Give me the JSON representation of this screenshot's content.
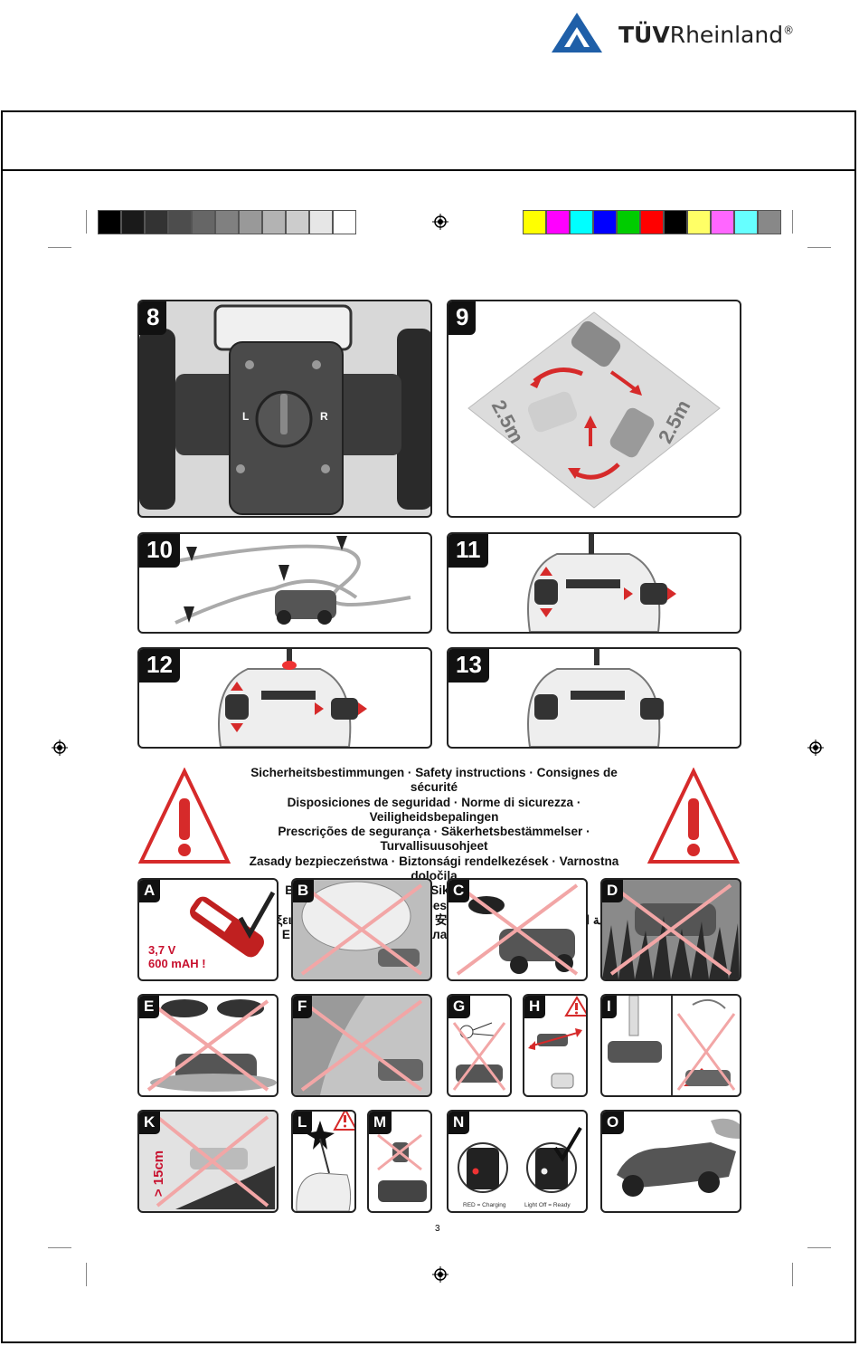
{
  "header": {
    "logo_brand_bold": "TÜV",
    "logo_brand_rest": "Rheinland",
    "logo_reg": "®",
    "logo_color": "#1f5fa8"
  },
  "color_bar": {
    "grays": [
      "#000000",
      "#1a1a1a",
      "#333333",
      "#4d4d4d",
      "#666666",
      "#808080",
      "#999999",
      "#b3b3b3",
      "#cccccc",
      "#e6e6e6",
      "#ffffff"
    ],
    "colors": [
      "#ffff00",
      "#ff00ff",
      "#00ffff",
      "#0000ff",
      "#00cc00",
      "#ff0000",
      "#000000",
      "#ffff66",
      "#ff66ff",
      "#66ffff",
      "#888888"
    ]
  },
  "steps": {
    "s8": {
      "number": "8",
      "left_label": "L",
      "right_label": "R"
    },
    "s9": {
      "number": "9",
      "dim_left": "2.5m",
      "dim_right": "2.5m"
    },
    "s10": {
      "number": "10"
    },
    "s11": {
      "number": "11"
    },
    "s12": {
      "number": "12"
    },
    "s13": {
      "number": "13"
    }
  },
  "safety": {
    "lines": [
      "Sicherheitsbestimmungen · Safety instructions · Consignes de sécurité",
      "Disposiciones de seguridad · Norme di sicurezza · Veiligheidsbepalingen",
      "Prescrições de segurança · Säkerhetsbestämmelser · Turvallisuusohjeet",
      "Zasady bezpieczeństwa · Biztonsági rendelkezések · Varnostna določila",
      "Bezpečnostní předpisy · Sikkerhetsbestemmelser · Sikkerhedsbestemmelser",
      "Διατάξεις ασφαλείας · 安全准则 · 安全規定 · 안전수칙 · أنظمة السلامة",
      "Emniyet kaideleri · Правила техники безопасности"
    ]
  },
  "tiles": {
    "A": {
      "letter": "A",
      "voltage": "3,7 V",
      "capacity": "600 mAH !"
    },
    "B": {
      "letter": "B"
    },
    "C": {
      "letter": "C"
    },
    "D": {
      "letter": "D"
    },
    "E": {
      "letter": "E"
    },
    "F": {
      "letter": "F"
    },
    "G": {
      "letter": "G"
    },
    "H": {
      "letter": "H"
    },
    "I": {
      "letter": "I"
    },
    "K": {
      "letter": "K",
      "height": "> 15cm"
    },
    "L": {
      "letter": "L"
    },
    "M": {
      "letter": "M"
    },
    "N": {
      "letter": "N",
      "caption_left": "RED = Charging",
      "caption_right": "Light Off = Ready"
    },
    "O": {
      "letter": "O"
    }
  },
  "page_number": "3",
  "accent_red": "#d62a2a",
  "cross_color": "#f2a6a6"
}
